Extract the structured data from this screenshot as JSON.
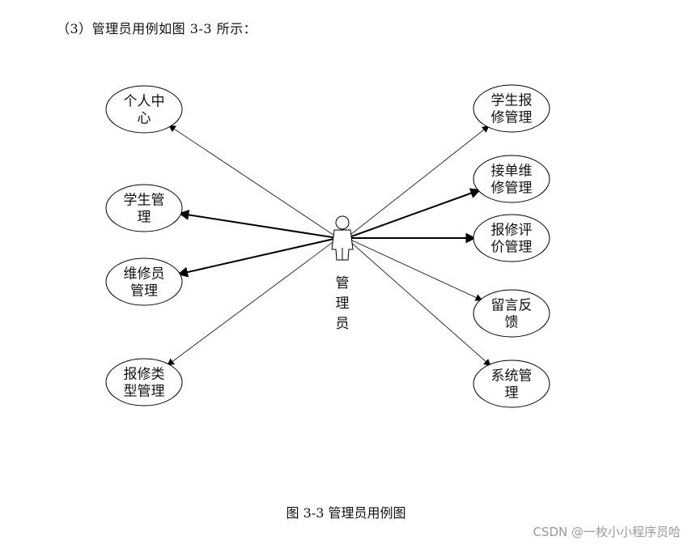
{
  "intro_text": "（3）管理员用例如图 3-3 所示：",
  "caption": "图 3-3 管理员用例图",
  "watermark": "CSDN @一枚小小程序员哈",
  "actor": {
    "label_lines": [
      "管",
      "理",
      "员"
    ]
  },
  "use_cases_left": [
    {
      "lines": [
        "个人中",
        "心"
      ],
      "emphasis": false
    },
    {
      "lines": [
        "学生管",
        "理"
      ],
      "emphasis": true
    },
    {
      "lines": [
        "维修员",
        "管理"
      ],
      "emphasis": true
    },
    {
      "lines": [
        "报修类",
        "型管理"
      ],
      "emphasis": false
    }
  ],
  "use_cases_right": [
    {
      "lines": [
        "学生报",
        "修管理"
      ],
      "emphasis": false
    },
    {
      "lines": [
        "接单维",
        "修管理"
      ],
      "emphasis": true
    },
    {
      "lines": [
        "报修评",
        "价管理"
      ],
      "emphasis": true
    },
    {
      "lines": [
        "留言反",
        "馈"
      ],
      "emphasis": false
    },
    {
      "lines": [
        "系统管",
        "理"
      ],
      "emphasis": false
    }
  ]
}
